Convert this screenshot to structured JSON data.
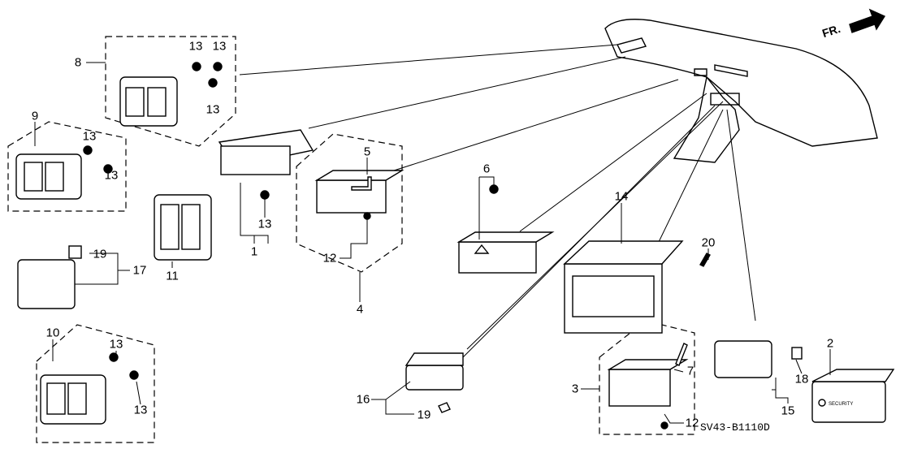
{
  "diagram_code": "SV43-B1110D",
  "direction_label": "FR.",
  "part2_label": "SECURITY",
  "callouts": [
    "8",
    "13",
    "13",
    "13",
    "9",
    "13",
    "13",
    "1",
    "13",
    "5",
    "12",
    "4",
    "11",
    "19",
    "17",
    "10",
    "13",
    "13",
    "6",
    "14",
    "20",
    "16",
    "19",
    "3",
    "7",
    "12",
    "2",
    "18",
    "15"
  ]
}
